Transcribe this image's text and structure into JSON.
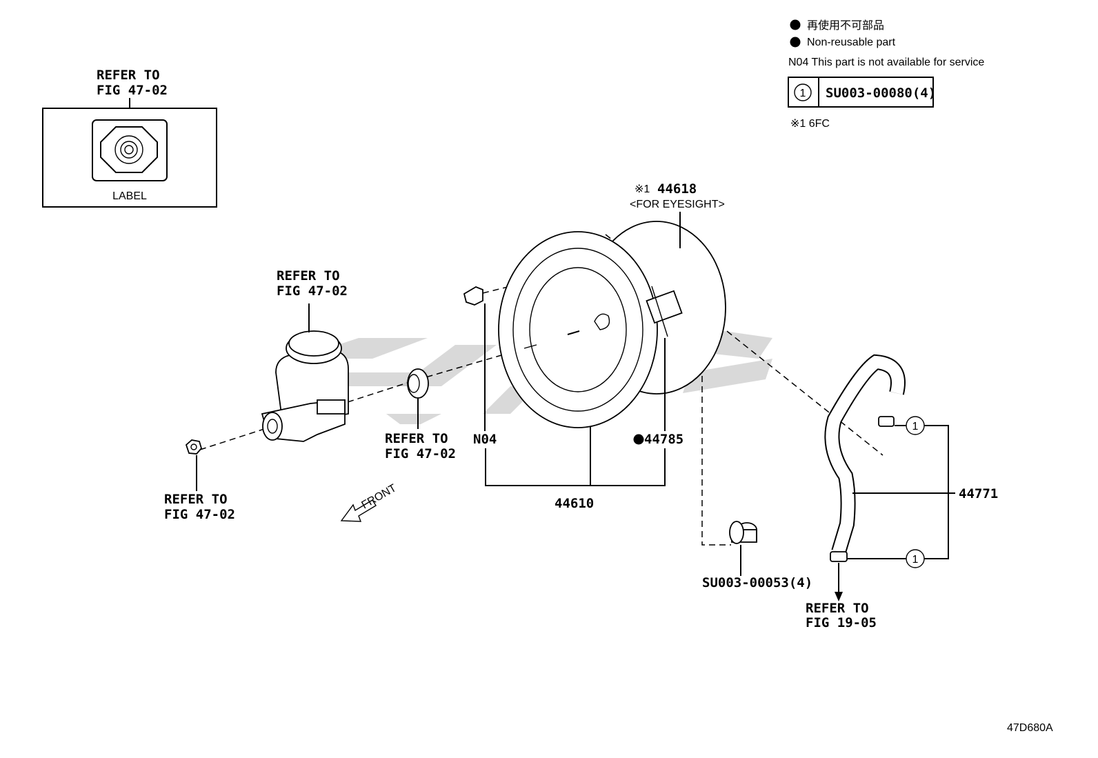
{
  "legend": {
    "non_reusable_jp": "再使用不可部品",
    "non_reusable_en": "Non-reusable part",
    "n04_note": "N04 This part is not available for service",
    "table_symbol": "1",
    "table_code": "SU003-00080(4)",
    "footnote": "※1 6FC"
  },
  "label_box": {
    "refer_line1": "REFER TO",
    "refer_line2": "FIG 47-02",
    "caption": "LABEL"
  },
  "callouts": {
    "reservoir": [
      "REFER TO",
      "FIG 47-02"
    ],
    "seal": [
      "REFER TO",
      "FIG 47-02"
    ],
    "nut": [
      "REFER TO",
      "FIG 47-02"
    ],
    "hose_end": [
      "REFER TO",
      "FIG 19-05"
    ]
  },
  "parts": {
    "p44618": "44618",
    "p44618_prefix": "※1",
    "p44618_note": "<FOR EYESIGHT>",
    "n04": "N04",
    "p44785": "44785",
    "p44610": "44610",
    "p44771": "44771",
    "su00053": "SU003-00053(4)",
    "clamp_symbol": "1"
  },
  "front_label": "FRONT",
  "figure_code": "47D680A"
}
